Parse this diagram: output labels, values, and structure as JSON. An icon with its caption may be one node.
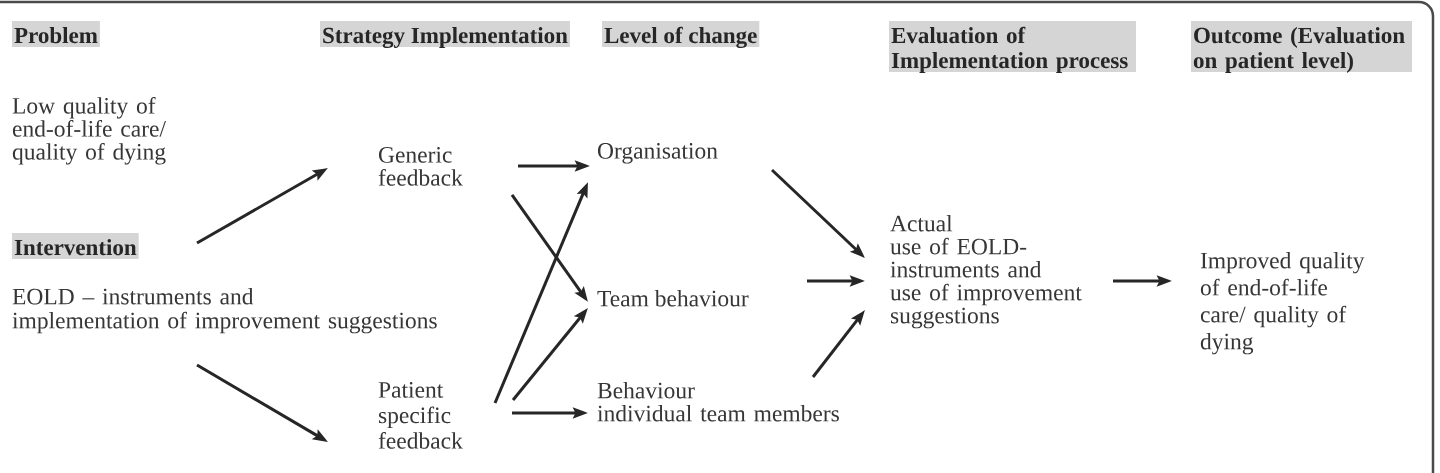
{
  "diagram": {
    "nodes": [
      {
        "text": [
          "Problem"
        ]
      },
      {
        "text": [
          "Strategy Implementation"
        ]
      },
      {
        "text": [
          "Level of change"
        ]
      },
      {
        "text": [
          "Evaluation of Implementation process"
        ]
      },
      {
        "text": [
          "Outcome (Evaluation on patient level)"
        ]
      },
      {
        "text": [
          "Intervention"
        ]
      },
      {
        "text": [
          "EOLD – instruments and implementation of improvement suggestions"
        ]
      },
      {
        "text": [
          "Generic feedback"
        ]
      },
      {
        "text": [
          "Patient specific feedback"
        ]
      },
      {
        "text": [
          "Organisation"
        ]
      },
      {
        "text": [
          "Team behaviour"
        ]
      },
      {
        "text": [
          "Behaviour individual team members"
        ]
      },
      {
        "text": [
          "Actual use of EOLD-instruments and use of improvement suggestions"
        ]
      },
      {
        "text": [
          "Improved quality of end-of-life care/ quality of dying"
        ]
      }
    ],
    "edges": [
      {
        "from": 6,
        "to": 7,
        "arrow": "to"
      },
      {
        "from": 6,
        "to": 8,
        "arrow": "to"
      },
      {
        "from": 7,
        "to": 9,
        "arrow": "to"
      },
      {
        "from": 7,
        "to": 10,
        "arrow": "to"
      },
      {
        "from": 8,
        "to": 9,
        "arrow": "to"
      },
      {
        "from": 8,
        "to": 10,
        "arrow": "to"
      },
      {
        "from": 8,
        "to": 11,
        "arrow": "to"
      },
      {
        "from": 9,
        "to": 12,
        "arrow": "to"
      },
      {
        "from": 10,
        "to": 12,
        "arrow": "to"
      },
      {
        "from": 11,
        "to": 12,
        "arrow": "to"
      },
      {
        "from": 12,
        "to": 13,
        "arrow": "to"
      }
    ],
    "labels": [
      "Low quality of end-of-life care/ quality of dying"
    ]
  }
}
